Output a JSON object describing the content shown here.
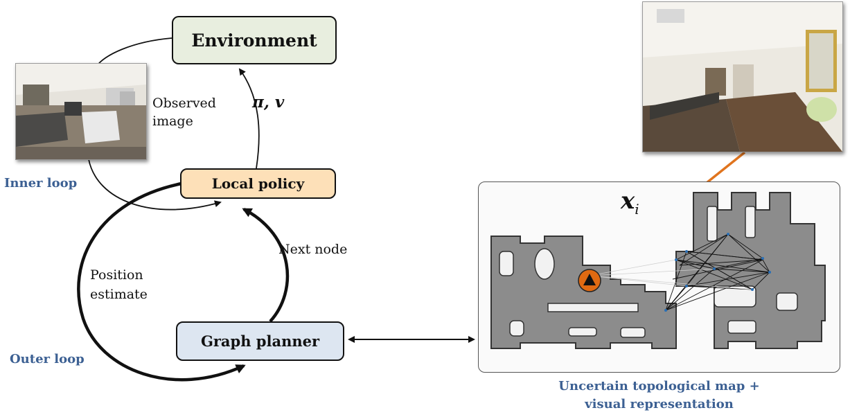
{
  "boxes": {
    "environment": "Environment",
    "local_policy": "Local policy",
    "graph_planner": "Graph planner"
  },
  "labels": {
    "observed_image_line1": "Observed",
    "observed_image_line2": "image",
    "pi_v": "π, v",
    "next_node": "Next node",
    "position_line1": "Position",
    "position_line2": "estimate",
    "inner_loop": "Inner loop",
    "outer_loop": "Outer loop",
    "x_i_base": "x",
    "x_i_sub": "i",
    "map_caption_line1": "Uncertain topological map +",
    "map_caption_line2": "visual representation"
  },
  "colors": {
    "environment_fill": "#e8eedf",
    "local_policy_fill": "#fde0b8",
    "graph_planner_fill": "#dde6f1",
    "loop_label": "#3c6093",
    "pointer_line": "#e0741e",
    "robot_marker": "#e06a12",
    "map_walls": "#8c8c8c"
  },
  "icons": {
    "observed_photo": "indoor-living-room-photo",
    "viewpoint_photo": "indoor-hallway-photo",
    "robot": "robot-position-marker-icon"
  }
}
